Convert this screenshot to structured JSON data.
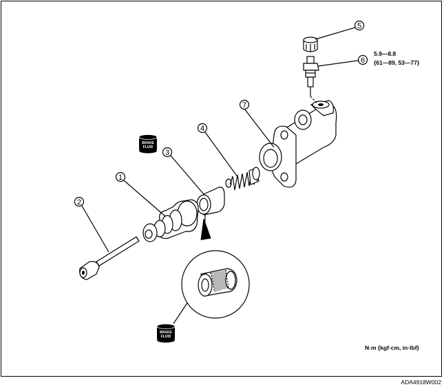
{
  "callouts": [
    "1",
    "2",
    "3",
    "4",
    "5",
    "6",
    "7"
  ],
  "torque": {
    "line1": "5.9—8.8",
    "line2": "{61—89, 53—77}"
  },
  "brake_fluid_label": [
    "BRAKE",
    "FLUID"
  ],
  "units_note": "N·m {kgf·cm, in·lbf}",
  "figure_code": "ADA4918W002"
}
